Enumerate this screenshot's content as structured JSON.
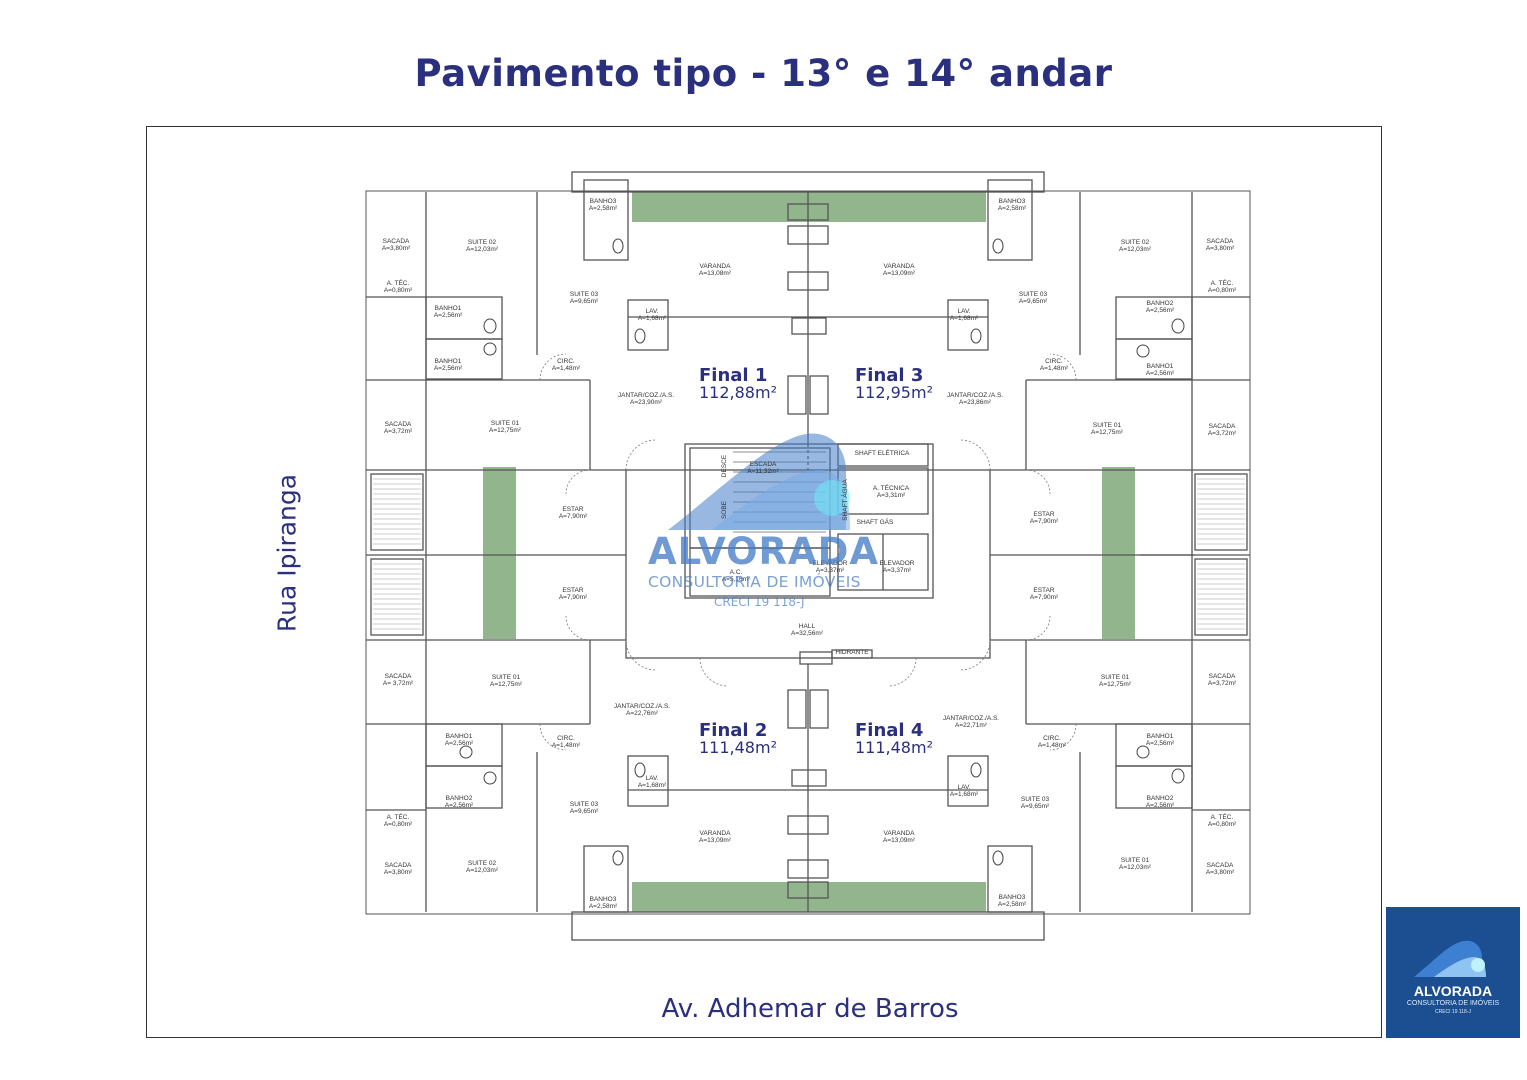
{
  "title": "Pavimento tipo - 13° e 14° andar",
  "streets": {
    "left": "Rua Ipiranga",
    "bottom": "Av. Adhemar de Barros"
  },
  "watermark": {
    "name": "ALVORADA",
    "sub": "CONSULTORIA DE IMÓVEIS",
    "creci": "CRECI 19 118-J"
  },
  "corner_logo": {
    "name": "ALVORADA",
    "sub": "CONSULTORIA DE IMÓVEIS",
    "creci": "CRECI 19 118-J"
  },
  "colors": {
    "title": "#2a2f7e",
    "walls": "#555555",
    "green": "#93b58e",
    "logo_bg": "#1b4f92",
    "watermark": "#467dc8"
  },
  "finals": [
    {
      "name": "Final 1",
      "area": "112,88m²"
    },
    {
      "name": "Final 3",
      "area": "112,95m²"
    },
    {
      "name": "Final 2",
      "area": "111,48m²"
    },
    {
      "name": "Final 4",
      "area": "111,48m²"
    }
  ],
  "rooms": [
    {
      "name": "SACADA",
      "area": "A=3,80m²"
    },
    {
      "name": "SUITE 02",
      "area": "A=12,03m²"
    },
    {
      "name": "BANHO3",
      "area": "A=2,58m²"
    },
    {
      "name": "VARANDA",
      "area": "A=13,08m²"
    },
    {
      "name": "VARANDA",
      "area": "A=13,09m²"
    },
    {
      "name": "BANHO3",
      "area": "A=2,58m²"
    },
    {
      "name": "SUITE 02",
      "area": "A=12,03m²"
    },
    {
      "name": "SACADA",
      "area": "A=3,80m²"
    },
    {
      "name": "A. TÉC.",
      "area": "A=0,80m²"
    },
    {
      "name": "SUITE 03",
      "area": "A=9,65m²"
    },
    {
      "name": "SUITE 03",
      "area": "A=9,65m²"
    },
    {
      "name": "A. TÉC.",
      "area": "A=0,80m²"
    },
    {
      "name": "BANHO1",
      "area": "A=2,56m²"
    },
    {
      "name": "LAV.",
      "area": "A=1,68m²"
    },
    {
      "name": "LAV.",
      "area": "A=1,68m²"
    },
    {
      "name": "BANHO2",
      "area": "A=2,56m²"
    },
    {
      "name": "BANHO1",
      "area": "A=2,56m²"
    },
    {
      "name": "CIRC.",
      "area": "A=1,48m²"
    },
    {
      "name": "CIRC.",
      "area": "A=1,48m²"
    },
    {
      "name": "BANHO1",
      "area": "A=2,56m²"
    },
    {
      "name": "JANTAR/COZ./A.S.",
      "area": "A=23,90m²"
    },
    {
      "name": "JANTAR/COZ./A.S.",
      "area": "A=23,86m²"
    },
    {
      "name": "SACADA",
      "area": "A=3,72m²"
    },
    {
      "name": "SUITE 01",
      "area": "A=12,75m²"
    },
    {
      "name": "SUITE 01",
      "area": "A=12,75m²"
    },
    {
      "name": "SACADA",
      "area": "A=3,72m²"
    },
    {
      "name": "ESCADA",
      "area": "A=11,32m²"
    },
    {
      "name": "SHAFT ELÉTRICA",
      "area": ""
    },
    {
      "name": "A. TÉCNICA",
      "area": "A=3,31m²"
    },
    {
      "name": "SHAFT GÁS",
      "area": ""
    },
    {
      "name": "ESTAR",
      "area": "A=7,90m²"
    },
    {
      "name": "ESTAR",
      "area": "A=7,90m²"
    },
    {
      "name": "A.C.",
      "area": "A=5,16m²"
    },
    {
      "name": "ELEVADOR",
      "area": "A=3,37m²"
    },
    {
      "name": "ELEVADOR",
      "area": "A=3,37m²"
    },
    {
      "name": "ESTAR",
      "area": "A=7,90m²"
    },
    {
      "name": "ESTAR",
      "area": "A=7,90m²"
    },
    {
      "name": "HALL",
      "area": "A=32,56m²"
    },
    {
      "name": "HIDRANTE",
      "area": ""
    },
    {
      "name": "SACADA",
      "area": "A= 3,72m²"
    },
    {
      "name": "SUITE 01",
      "area": "A=12,75m²"
    },
    {
      "name": "SUITE 01",
      "area": "A=12,75m²"
    },
    {
      "name": "SACADA",
      "area": "A=3,72m²"
    },
    {
      "name": "JANTAR/COZ./A.S.",
      "area": "A=22,76m²"
    },
    {
      "name": "JANTAR/COZ./A.S.",
      "area": "A=22,71m²"
    },
    {
      "name": "BANHO1",
      "area": "A=2,56m²"
    },
    {
      "name": "CIRC.",
      "area": "A=1,48m²"
    },
    {
      "name": "CIRC.",
      "area": "A=1,48m²"
    },
    {
      "name": "BANHO1",
      "area": "A=2,56m²"
    },
    {
      "name": "LAV.",
      "area": "A=1,68m²"
    },
    {
      "name": "LAV.",
      "area": "A=1,68m²"
    },
    {
      "name": "BANHO2",
      "area": "A=2,56m²"
    },
    {
      "name": "BANHO2",
      "area": "A=2,56m²"
    },
    {
      "name": "SUITE 03",
      "area": "A=9,65m²"
    },
    {
      "name": "SUITE 03",
      "area": "A=9,65m²"
    },
    {
      "name": "A. TÉC.",
      "area": "A=0,80m²"
    },
    {
      "name": "A. TÉC.",
      "area": "A=0,80m²"
    },
    {
      "name": "VARANDA",
      "area": "A=13,09m²"
    },
    {
      "name": "VARANDA",
      "area": "A=13,09m²"
    },
    {
      "name": "SACADA",
      "area": "A=3,80m²"
    },
    {
      "name": "SUITE 02",
      "area": "A=12,03m²"
    },
    {
      "name": "SUITE 01",
      "area": "A=12,03m²"
    },
    {
      "name": "SACADA",
      "area": "A=3,80m²"
    },
    {
      "name": "BANHO3",
      "area": "A=2,58m²"
    },
    {
      "name": "BANHO3",
      "area": "A=2,58m²"
    }
  ],
  "stair_labels": [
    "DESCE",
    "SOBE",
    "SHAFT ÁGUA"
  ]
}
